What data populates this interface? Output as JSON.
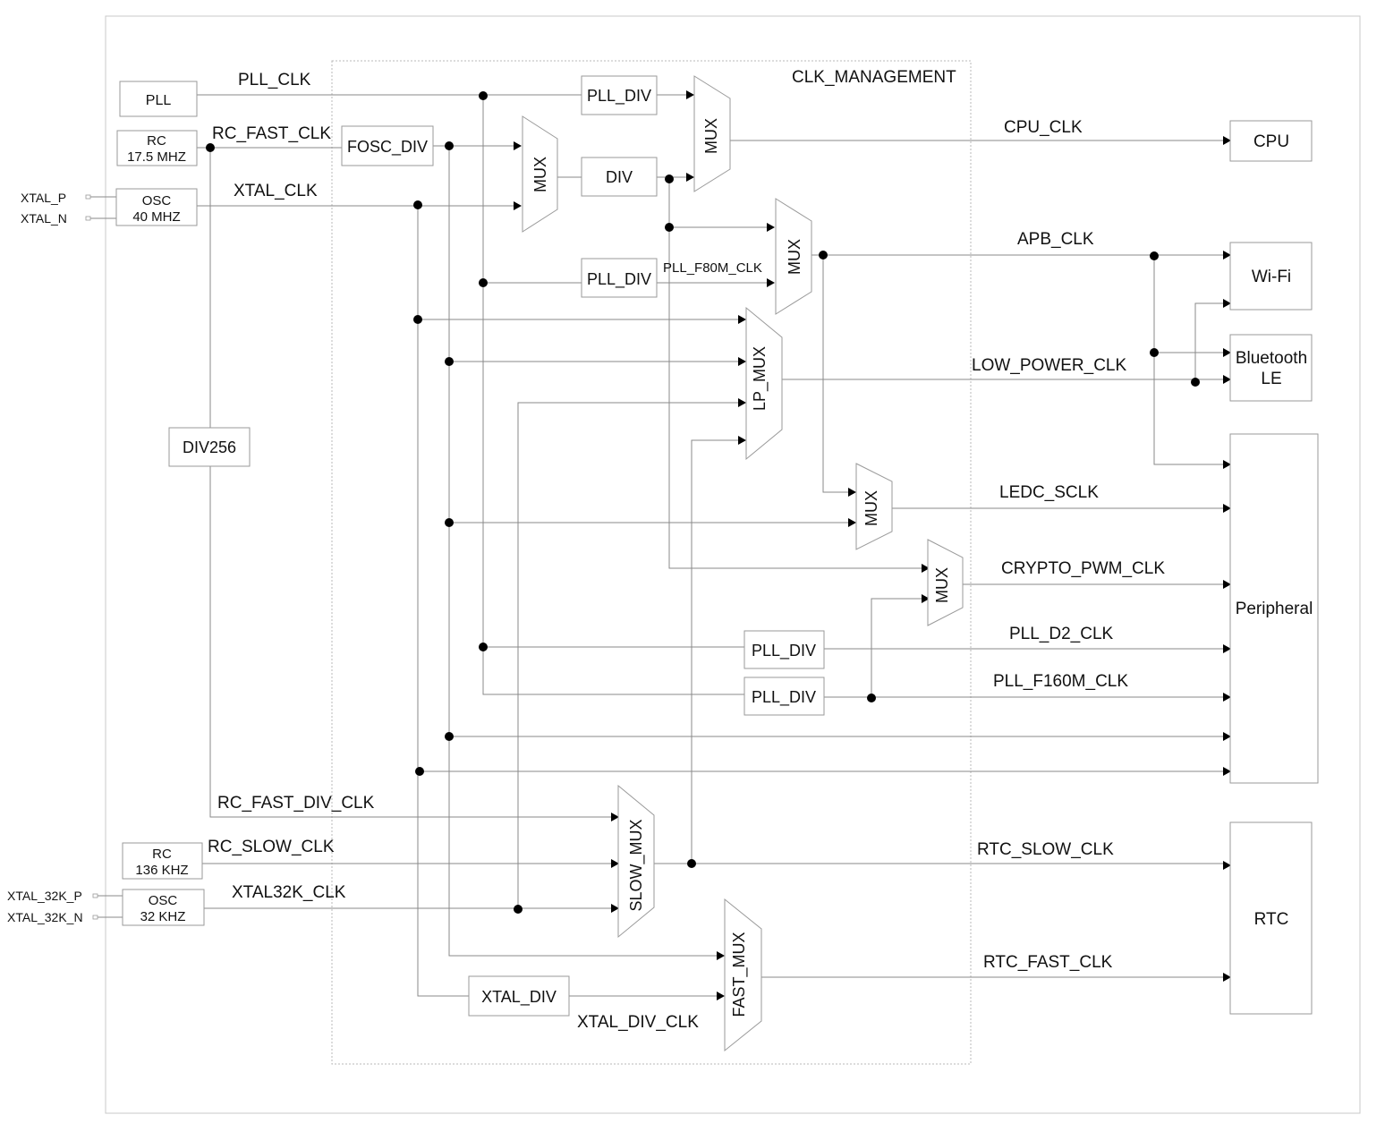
{
  "region_label": "CLK_MANAGEMENT",
  "sources": {
    "pll": "PLL",
    "rc_fast_line1": "RC",
    "rc_fast_line2": "17.5 MHZ",
    "osc40_line1": "OSC",
    "osc40_line2": "40 MHZ",
    "rc_slow_line1": "RC",
    "rc_slow_line2": "136 KHZ",
    "osc32_line1": "OSC",
    "osc32_line2": "32 KHZ"
  },
  "pins": {
    "xtal_p": "XTAL_P",
    "xtal_n": "XTAL_N",
    "xtal_32k_p": "XTAL_32K_P",
    "xtal_32k_n": "XTAL_32K_N"
  },
  "blocks": {
    "div256": "DIV256",
    "fosc_div": "FOSC_DIV",
    "pll_div_top": "PLL_DIV",
    "div": "DIV",
    "pll_div_f80": "PLL_DIV",
    "pll_div_d2": "PLL_DIV",
    "pll_div_f160": "PLL_DIV",
    "xtal_div": "XTAL_DIV"
  },
  "muxes": {
    "mux_a": "MUX",
    "mux_cpu": "MUX",
    "mux_apb": "MUX",
    "lp_mux": "LP_MUX",
    "mux_ledc": "MUX",
    "mux_crypto": "MUX",
    "slow_mux": "SLOW_MUX",
    "fast_mux": "FAST_MUX"
  },
  "signals": {
    "pll_clk": "PLL_CLK",
    "rc_fast_clk": "RC_FAST_CLK",
    "xtal_clk": "XTAL_CLK",
    "pll_f80m_clk": "PLL_F80M_CLK",
    "cpu_clk": "CPU_CLK",
    "apb_clk": "APB_CLK",
    "low_power_clk": "LOW_POWER_CLK",
    "ledc_sclk": "LEDC_SCLK",
    "crypto_pwm_clk": "CRYPTO_PWM_CLK",
    "pll_d2_clk": "PLL_D2_CLK",
    "pll_f160m_clk": "PLL_F160M_CLK",
    "rc_fast_div_clk": "RC_FAST_DIV_CLK",
    "rc_slow_clk": "RC_SLOW_CLK",
    "xtal32k_clk": "XTAL32K_CLK",
    "rtc_slow_clk": "RTC_SLOW_CLK",
    "rtc_fast_clk": "RTC_FAST_CLK",
    "xtal_div_clk": "XTAL_DIV_CLK"
  },
  "consumers": {
    "cpu": "CPU",
    "wifi": "Wi-Fi",
    "ble_line1": "Bluetooth",
    "ble_line2": "LE",
    "peripheral": "Peripheral",
    "rtc": "RTC"
  }
}
